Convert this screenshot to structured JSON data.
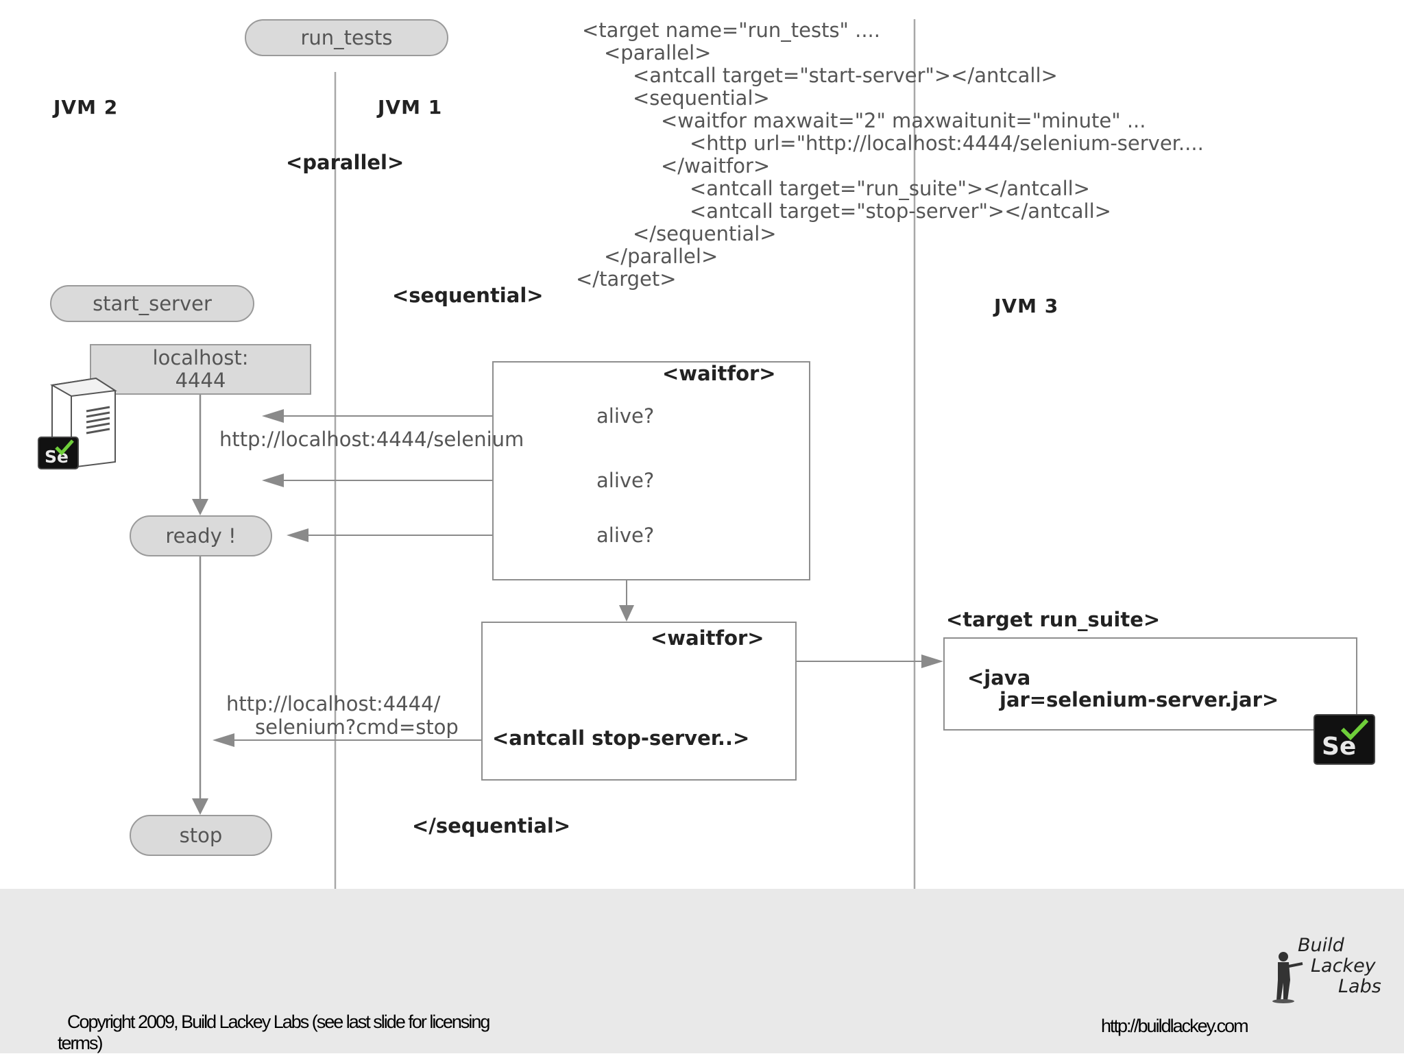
{
  "jvm_labels": {
    "jvm2": "JVM 2",
    "jvm1": "JVM 1",
    "jvm3": "JVM 3"
  },
  "pills": {
    "run_tests": "run_tests",
    "start_server": "start_server",
    "ready": "ready !",
    "stop": "stop"
  },
  "localhost_box": {
    "line1": "localhost:",
    "line2": "4444"
  },
  "tags": {
    "parallel": "<parallel>",
    "sequential": "<sequential>",
    "waitfor_1": "<waitfor>",
    "waitfor_2": "<waitfor>",
    "antcall_stop": "<antcall stop-server..>",
    "sequential_end": "</sequential>",
    "target_run_suite": "<target run_suite>",
    "java_line1": "<java",
    "java_line2": "jar=selenium-server.jar>"
  },
  "alive": [
    "alive?",
    "alive?",
    "alive?"
  ],
  "urls": {
    "selenium": "http://localhost:4444/selenium",
    "stop_line1": "http://localhost:4444/",
    "stop_line2": "selenium?cmd=stop"
  },
  "code_lines": [
    "<target name=\"run_tests\" ....",
    "<parallel>",
    "<antcall target=\"start-server\"></antcall>",
    "<sequential>",
    "<waitfor maxwait=\"2\" maxwaitunit=\"minute\" ...",
    "<http url=\"http://localhost:4444/selenium-server....",
    "</waitfor>",
    "<antcall target=\"run_suite\"></antcall>",
    "<antcall target=\"stop-server\"></antcall>",
    "</sequential>",
    "</parallel>",
    "</target>"
  ],
  "badges": {
    "se_small": "Se",
    "se_large": "Se"
  },
  "logo": {
    "line1": "Build",
    "line2": "Lackey",
    "line3": "Labs"
  },
  "footer": {
    "copyright_line1": "Copyright 2009, Build Lackey Labs  (see last slide for licensing",
    "copyright_line2": "terms)",
    "url": "http://buildlackey.com"
  },
  "colors": {
    "pill_fill": "#dadada",
    "line": "#9a9a9a",
    "footer_bg": "#e9e9e9",
    "badge_check": "#6fcf3a"
  }
}
